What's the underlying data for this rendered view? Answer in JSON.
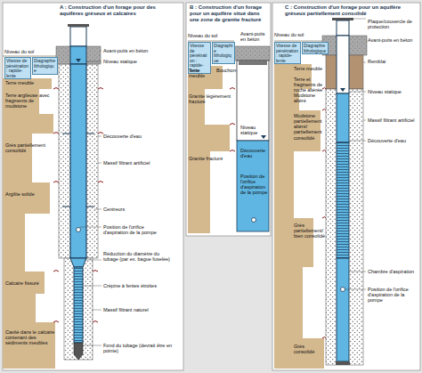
{
  "diagram": {
    "nodes": [
      {
        "text": [
          "A : Construction d'un forage pour des aquifères gréseux et calcaires"
        ]
      },
      {
        "text": [
          "Vitesse de pénétration : rapide-lente"
        ],
        "in": 0
      },
      {
        "text": [
          "Diagraphie lithologique"
        ],
        "in": 0
      },
      {
        "text": [
          "B : Construction d'un forage pour un aquifère situé dans une zone de granite fracturé"
        ]
      },
      {
        "text": [
          "Vitesse de pénétration : rapide-lente"
        ],
        "in": 3
      },
      {
        "text": [
          "Diagraphie lithologique"
        ],
        "in": 3
      },
      {
        "text": [
          "C : Construction d'un forage pour un aquifère gréseux partiellement consolidé"
        ]
      },
      {
        "text": [
          "Vitesse de pénétration : rapide-lente"
        ],
        "in": 6
      },
      {
        "text": [
          "Diagraphie lithologique"
        ],
        "in": 6
      }
    ],
    "labels": [
      "Niveau du sol",
      "Avant-puits en béton",
      "Niveau statique",
      "Terre meuble",
      "Terre argileuse avec fragments de mudstone",
      "Découverte d'eau",
      "Grès partiellement consolidé",
      "Massif filtrant artificiel",
      "Argilite solide",
      "Centreurs",
      "Position de l'orifice d'aspiration de la pompe",
      "Réduction du diamètre du tubage (par ex. bague fuselée)",
      "Calcaire fissuré",
      "Crépine à fentes étroites",
      "Massif filtrant naturel",
      "Cavité dans le calcaire contenant des sédiments meubles",
      "Fond du tubage (devrait être en pointe)",
      "Niveau du sol",
      "Avant-puits en béton",
      "Terre meuble",
      "Bouchon",
      "Granite légèrement fracturé",
      "Niveau statique",
      "Découverte d'eau",
      "Granite fracturé",
      "Position de l'orifice d'aspiration de la pompe",
      "Niveau du sol",
      "Plaque/couvercle de protection",
      "Avant-puits en béton",
      "Remblai",
      "Terre meuble",
      "Terre et fragments de roche altérée",
      "Mudstone altéré",
      "Niveau statique",
      "Mudstone partiellement altéré/ partiellement consolidé",
      "Massif filtrant artificiel",
      "Découverte d'eau",
      "Grès partiellement/bien consolidé",
      "Chambre d'aspiration",
      "Position de l'orifice d'aspiration de la pompe",
      "Grès consolidé"
    ]
  }
}
